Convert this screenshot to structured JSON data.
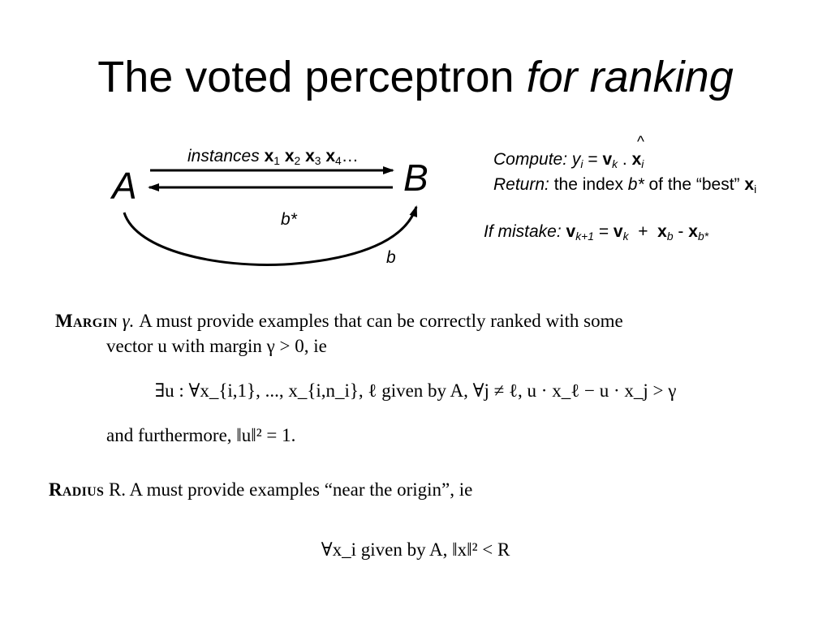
{
  "title": {
    "main": "The voted perceptron",
    "italic": "for ranking"
  },
  "diagram": {
    "node_a": "A",
    "node_b": "B",
    "top_label": {
      "word": "instances",
      "x": "x",
      "s1": "1",
      "s2": "2",
      "s3": "3",
      "s4": "4",
      "ellipsis": "…"
    },
    "mid_label": "b*",
    "arc_label": "b"
  },
  "right_text": {
    "hat": "^",
    "compute": {
      "prefix": "Compute:",
      "y": "y",
      "i": "i",
      "eq": "=",
      "v": "v",
      "k": "k",
      "dot": ".",
      "x": "x",
      "xi": "i"
    },
    "return": {
      "prefix": "Return:",
      "mid": "the index",
      "bstar": "b*",
      "rest": "of the “best”",
      "x": "x",
      "sub": "i"
    },
    "mistake": {
      "prefix": "If mistake:",
      "v": "v",
      "k1": "k+1",
      "eq": "=",
      "v2": "v",
      "k": "k",
      "plus": "+",
      "x": "x",
      "b": "b",
      "minus": "-",
      "x2": "x",
      "bstar": "b*"
    }
  },
  "margin": {
    "heading": "Margin",
    "gamma": "γ.",
    "line1_rest": "A must provide examples that can be correctly ranked with some",
    "line2": "vector u with margin γ > 0, ie",
    "formula": "∃u : ∀x_{i,1}, ..., x_{i,n_i}, ℓ given by A, ∀j ≠ ℓ, u · x_ℓ − u · x_j > γ",
    "furthermore": "and furthermore, ‖u‖² = 1."
  },
  "radius": {
    "heading": "Radius",
    "rest": "R. A must provide examples “near the origin”, ie",
    "formula": "∀x_i given by A, ‖x‖² < R"
  }
}
